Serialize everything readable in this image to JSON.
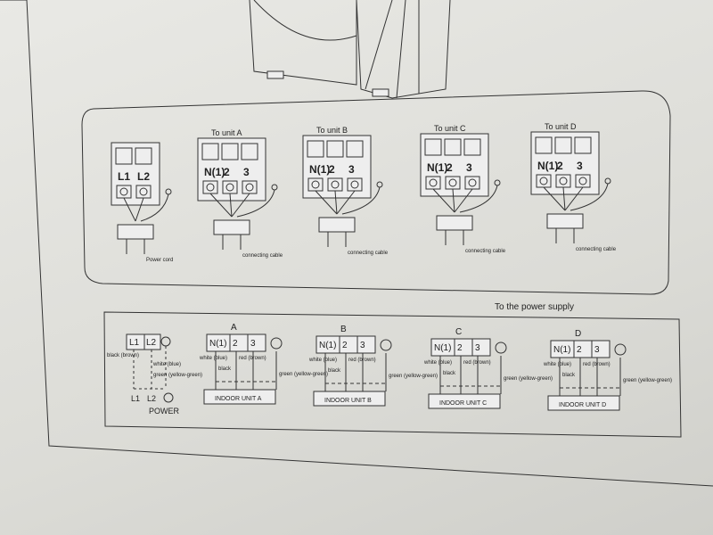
{
  "top_panel": {
    "blocks": [
      {
        "id": "power",
        "title": "",
        "terminals": [
          "L1",
          "L2"
        ],
        "caption": "Power cord"
      },
      {
        "id": "a",
        "title": "To unit A",
        "terminals": [
          "N(1)",
          "2",
          "3"
        ],
        "caption": "connecting cable"
      },
      {
        "id": "b",
        "title": "To unit B",
        "terminals": [
          "N(1)",
          "2",
          "3"
        ],
        "caption": "connecting cable"
      },
      {
        "id": "c",
        "title": "To unit C",
        "terminals": [
          "N(1)",
          "2",
          "3"
        ],
        "caption": "connecting cable"
      },
      {
        "id": "d",
        "title": "To unit D",
        "terminals": [
          "N(1)",
          "2",
          "3"
        ],
        "caption": "connecting cable"
      }
    ]
  },
  "power_supply_label": "To the power supply",
  "bottom_panel": {
    "power": {
      "terminals": [
        "L1",
        "L2"
      ],
      "wire_left": "black (brown)",
      "wire_mid": "white (blue)",
      "wire_right": "green (yellow-green)",
      "bottom_terminals": [
        "L1",
        "L2"
      ],
      "label": "POWER"
    },
    "units": [
      {
        "letter": "A",
        "terminals": [
          "N(1)",
          "2",
          "3"
        ],
        "wires": [
          "white (blue)",
          "black",
          "red (brown)",
          "green (yellow-green)"
        ],
        "label": "INDOOR UNIT A"
      },
      {
        "letter": "B",
        "terminals": [
          "N(1)",
          "2",
          "3"
        ],
        "wires": [
          "white (blue)",
          "black",
          "red (brown)",
          "green (yellow-green)"
        ],
        "label": "INDOOR UNIT B"
      },
      {
        "letter": "C",
        "terminals": [
          "N(1)",
          "2",
          "3"
        ],
        "wires": [
          "white (blue)",
          "black",
          "red (brown)",
          "green (yellow-green)"
        ],
        "label": "INDOOR UNIT C"
      },
      {
        "letter": "D",
        "terminals": [
          "N(1)",
          "2",
          "3"
        ],
        "wires": [
          "white (blue)",
          "black",
          "red (brown)",
          "green (yellow-green)"
        ],
        "label": "INDOOR UNIT D"
      }
    ]
  }
}
